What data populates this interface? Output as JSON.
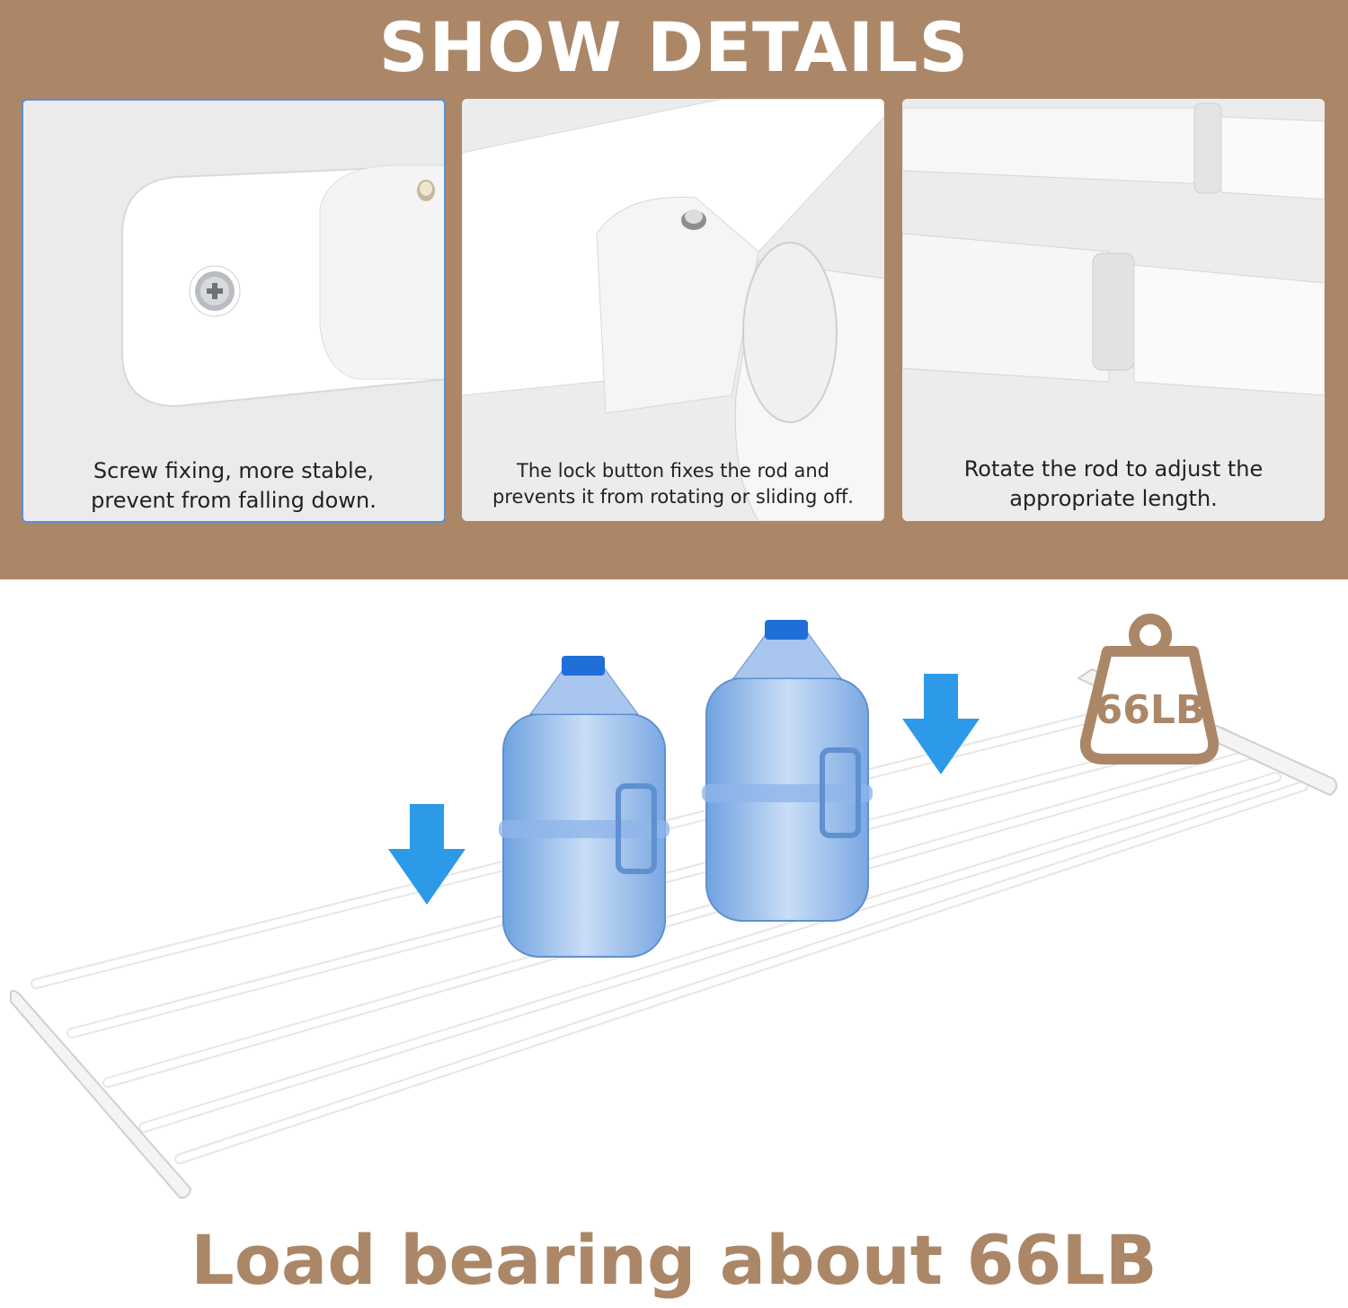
{
  "header": {
    "title": "SHOW DETAILS"
  },
  "panels": [
    {
      "caption_lines": [
        "Screw fixing, more stable,",
        "prevent from falling down."
      ]
    },
    {
      "caption_lines": [
        "The lock button fixes the rod and",
        "prevents it from rotating or sliding off."
      ]
    },
    {
      "caption_lines": [
        "Rotate the rod to adjust the",
        "appropriate length."
      ]
    }
  ],
  "weight_badge": {
    "label": "66LB"
  },
  "footer": {
    "title": "Load bearing about 66LB"
  },
  "colors": {
    "brand": "#ab8768",
    "arrow": "#2c9ae8",
    "text": "#222222"
  }
}
